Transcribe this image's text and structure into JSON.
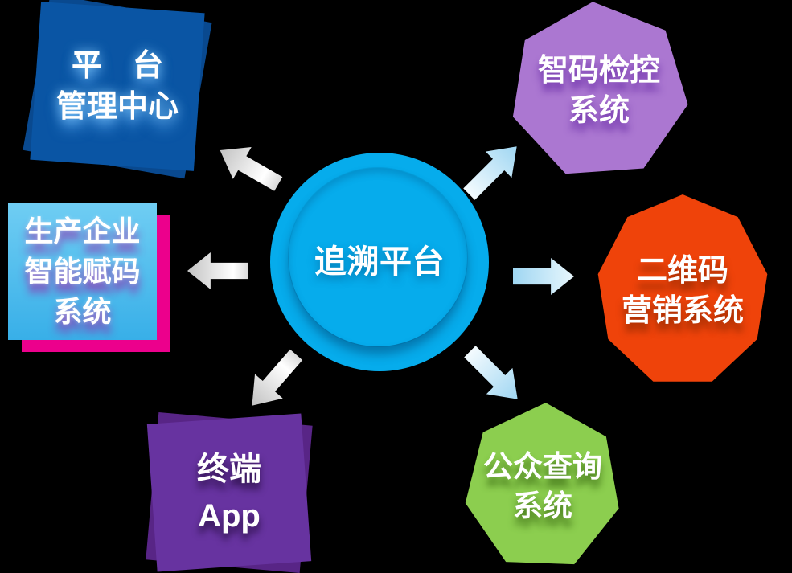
{
  "background": "#000000",
  "center": {
    "label": "追溯平台",
    "fill": "#06ACEC"
  },
  "nodes": {
    "platform_management": {
      "lines": [
        "平　台",
        "管理中心"
      ],
      "shape": "tilted-square-stack",
      "fill": "#0A55A4",
      "fill_back": "#09498F"
    },
    "smart_code_inspection": {
      "lines": [
        "智码检控",
        "系统"
      ],
      "shape": "heptagon",
      "fill": "#AB77D1"
    },
    "production_coding": {
      "lines": [
        "生产企业",
        "智能赋码",
        "系统"
      ],
      "shape": "rect-with-backdrop",
      "fill_top": "#6FCDF3",
      "fill_bottom": "#38AFE8",
      "backdrop": "#EC008C"
    },
    "qr_marketing": {
      "lines": [
        "二维码",
        "营销系统"
      ],
      "shape": "nonagon",
      "fill": "#EF430A"
    },
    "terminal_app": {
      "lines": [
        "终端",
        "App"
      ],
      "shape": "tilted-square-stack",
      "fill": "#6733A0",
      "fill_back": "#582586"
    },
    "public_query": {
      "lines": [
        "公众查询",
        "系统"
      ],
      "shape": "heptagon",
      "fill": "#8CCE4F"
    }
  },
  "arrows": {
    "silver_color": "#C2C2C2",
    "blue_color": "#9FD6F2",
    "directions": [
      "up-left",
      "left",
      "down-left",
      "up-right",
      "right",
      "down-right"
    ]
  }
}
